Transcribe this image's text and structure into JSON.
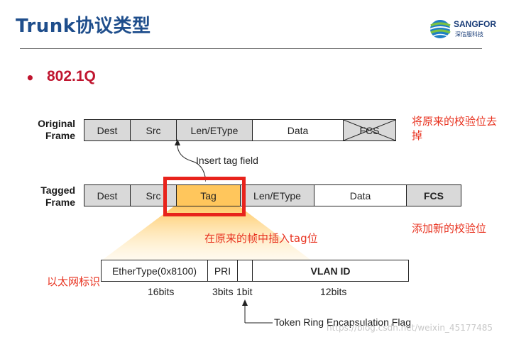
{
  "title": "Trunk协议类型",
  "logo": {
    "name": "SANGFOR",
    "subtitle": "深信服科技"
  },
  "bullet": {
    "marker": "•",
    "text": "802.1Q"
  },
  "original_frame": {
    "label_line1": "Original",
    "label_line2": "Frame",
    "fields": [
      "Dest",
      "Src",
      "Len/EType",
      "Data",
      "FCS"
    ]
  },
  "insert_label": "Insert tag field",
  "tagged_frame": {
    "label_line1": "Tagged",
    "label_line2": "Frame",
    "fields": [
      "Dest",
      "Src",
      "Tag",
      "Len/EType",
      "Data",
      "FCS"
    ]
  },
  "tag_detail": {
    "fields": [
      "EtherType(0x8100)",
      "PRI",
      "",
      "VLAN ID"
    ],
    "bit_labels": [
      "16bits",
      "3bits",
      "1bit",
      "12bits"
    ],
    "flag_label": "Token Ring Encapsulation Flag"
  },
  "notes": {
    "remove_fcs_line1": "将原来的校验位去",
    "remove_fcs_line2": "掉",
    "add_fcs": "添加新的校验位",
    "insert_tag": "在原来的帧中插入tag位",
    "ethertype": "以太网标识"
  },
  "watermark": "https://blog.csdn.net/weixin_45177485",
  "colors": {
    "title": "#1f4e8c",
    "accent_red": "#c0152f",
    "note_red": "#e8321f",
    "tag_fill": "#ffc65c",
    "cell_gray": "#d9d9d9"
  }
}
